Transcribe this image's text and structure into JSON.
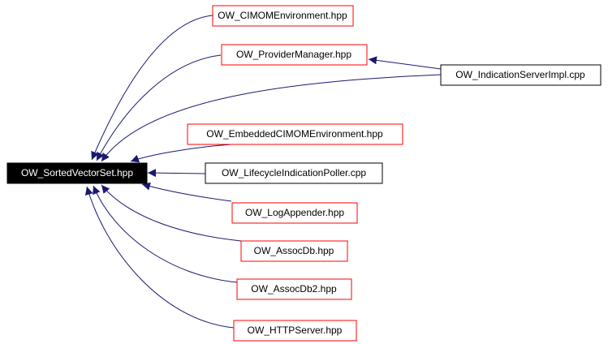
{
  "diagram": {
    "colors": {
      "edge": "#191970",
      "root_fill": "#000000",
      "root_text": "#ffffff",
      "normal_border": "#000000",
      "highlight_border": "#ff0000",
      "node_fill": "#ffffff",
      "node_text": "#000000"
    },
    "nodes": [
      {
        "id": "sorted",
        "label": "OW_SortedVectorSet.hpp",
        "style": "root"
      },
      {
        "id": "cimomenv",
        "label": "OW_CIMOMEnvironment.hpp",
        "style": "red"
      },
      {
        "id": "provmgr",
        "label": "OW_ProviderManager.hpp",
        "style": "red"
      },
      {
        "id": "indsrv",
        "label": "OW_IndicationServerImpl.cpp",
        "style": "black"
      },
      {
        "id": "embcimom",
        "label": "OW_EmbeddedCIMOMEnvironment.hpp",
        "style": "red"
      },
      {
        "id": "lifecycle",
        "label": "OW_LifecycleIndicationPoller.cpp",
        "style": "black"
      },
      {
        "id": "logapp",
        "label": "OW_LogAppender.hpp",
        "style": "red"
      },
      {
        "id": "assocdb",
        "label": "OW_AssocDb.hpp",
        "style": "red"
      },
      {
        "id": "assocdb2",
        "label": "OW_AssocDb2.hpp",
        "style": "red"
      },
      {
        "id": "httpsrv",
        "label": "OW_HTTPServer.hpp",
        "style": "red"
      }
    ],
    "edges": [
      {
        "from": "cimomenv",
        "to": "sorted"
      },
      {
        "from": "provmgr",
        "to": "sorted"
      },
      {
        "from": "indsrv",
        "to": "sorted"
      },
      {
        "from": "indsrv",
        "to": "provmgr"
      },
      {
        "from": "embcimom",
        "to": "sorted"
      },
      {
        "from": "lifecycle",
        "to": "sorted"
      },
      {
        "from": "logapp",
        "to": "sorted"
      },
      {
        "from": "assocdb",
        "to": "sorted"
      },
      {
        "from": "assocdb2",
        "to": "sorted"
      },
      {
        "from": "httpsrv",
        "to": "sorted"
      }
    ]
  }
}
